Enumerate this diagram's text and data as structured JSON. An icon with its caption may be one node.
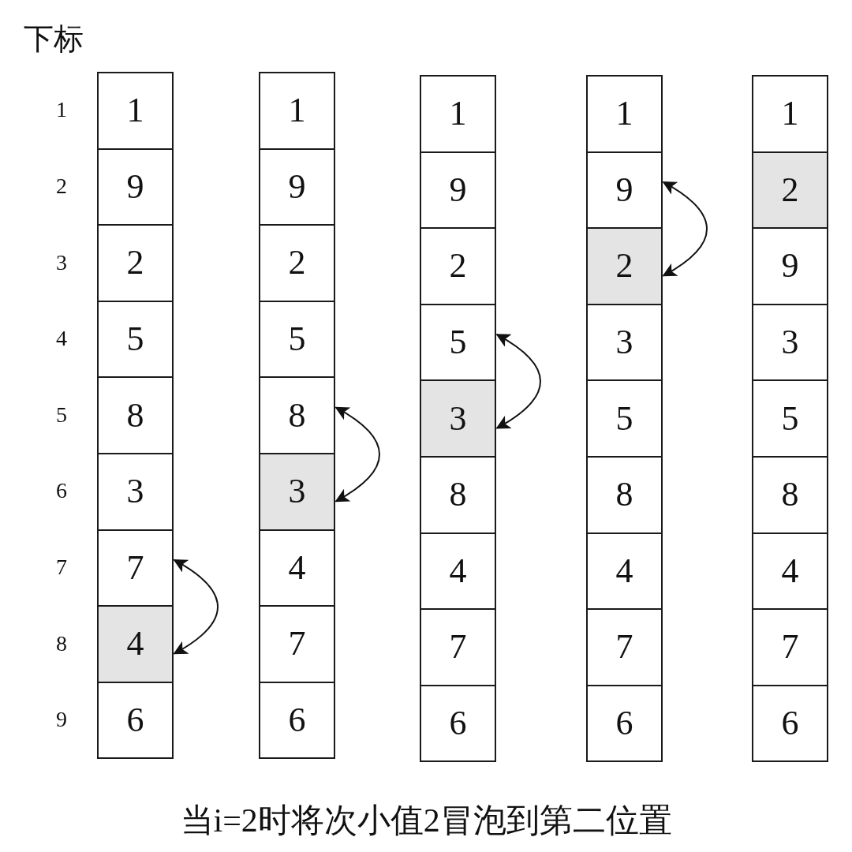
{
  "diagram": {
    "caption": "当i=2时将次小值2冒泡到第二位置",
    "nodes": [
      {
        "text": [
          "1"
        ]
      },
      {
        "text": [
          "9"
        ]
      },
      {
        "text": [
          "2"
        ]
      },
      {
        "text": [
          "5"
        ]
      },
      {
        "text": [
          "8"
        ]
      },
      {
        "text": [
          "3"
        ]
      },
      {
        "text": [
          "7"
        ]
      },
      {
        "text": [
          "4"
        ]
      },
      {
        "text": [
          "6"
        ]
      },
      {
        "text": [
          "1"
        ]
      },
      {
        "text": [
          "9"
        ]
      },
      {
        "text": [
          "2"
        ]
      },
      {
        "text": [
          "5"
        ]
      },
      {
        "text": [
          "8"
        ]
      },
      {
        "text": [
          "3"
        ]
      },
      {
        "text": [
          "4"
        ]
      },
      {
        "text": [
          "7"
        ]
      },
      {
        "text": [
          "6"
        ]
      },
      {
        "text": [
          "1"
        ]
      },
      {
        "text": [
          "9"
        ]
      },
      {
        "text": [
          "2"
        ]
      },
      {
        "text": [
          "5"
        ]
      },
      {
        "text": [
          "3"
        ]
      },
      {
        "text": [
          "8"
        ]
      },
      {
        "text": [
          "4"
        ]
      },
      {
        "text": [
          "7"
        ]
      },
      {
        "text": [
          "6"
        ]
      },
      {
        "text": [
          "1"
        ]
      },
      {
        "text": [
          "9"
        ]
      },
      {
        "text": [
          "2"
        ]
      },
      {
        "text": [
          "3"
        ]
      },
      {
        "text": [
          "5"
        ]
      },
      {
        "text": [
          "8"
        ]
      },
      {
        "text": [
          "4"
        ]
      },
      {
        "text": [
          "7"
        ]
      },
      {
        "text": [
          "6"
        ]
      },
      {
        "text": [
          "1"
        ]
      },
      {
        "text": [
          "2"
        ]
      },
      {
        "text": [
          "9"
        ]
      },
      {
        "text": [
          "3"
        ]
      },
      {
        "text": [
          "5"
        ]
      },
      {
        "text": [
          "8"
        ]
      },
      {
        "text": [
          "4"
        ]
      },
      {
        "text": [
          "7"
        ]
      },
      {
        "text": [
          "6"
        ]
      }
    ],
    "edges": [
      {
        "from": 6,
        "to": 7,
        "arrow": "both"
      },
      {
        "from": 13,
        "to": 14,
        "arrow": "both"
      },
      {
        "from": 21,
        "to": 22,
        "arrow": "both"
      },
      {
        "from": 28,
        "to": 29,
        "arrow": "both"
      }
    ],
    "labels": [
      "下标",
      "1",
      "2",
      "3",
      "4",
      "5",
      "6",
      "7",
      "8",
      "9"
    ]
  }
}
